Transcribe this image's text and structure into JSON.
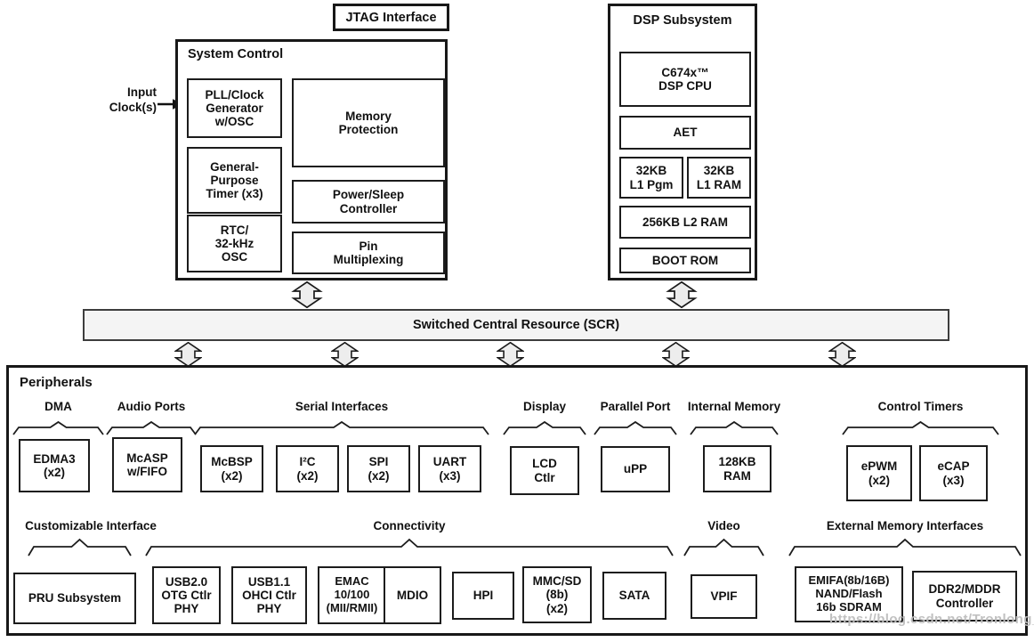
{
  "watermark": "https://blog.csdn.net/Tronlong_",
  "top": {
    "jtag_label": "JTAG Interface",
    "input_clock_label": "Input\nClock(s)"
  },
  "system_control": {
    "title": "System Control",
    "pll": "PLL/Clock\nGenerator\nw/OSC",
    "memory_protection": "Memory\nProtection",
    "gp_timer": "General-\nPurpose\nTimer (x3)",
    "power_sleep": "Power/Sleep\nController",
    "rtc": "RTC/\n32-kHz\nOSC",
    "pin_mux": "Pin\nMultiplexing"
  },
  "dsp_subsystem": {
    "title": "DSP Subsystem",
    "cpu": "C674x™\nDSP CPU",
    "aet": "AET",
    "l1_pgm": "32KB\nL1 Pgm",
    "l1_ram": "32KB\nL1 RAM",
    "l2_ram": "256KB L2 RAM",
    "boot_rom": "BOOT ROM"
  },
  "scr": {
    "label": "Switched Central Resource (SCR)"
  },
  "peripherals": {
    "title": "Peripherals",
    "groups": [
      {
        "name": "DMA",
        "boxes": [
          "EDMA3\n(x2)"
        ]
      },
      {
        "name": "Audio Ports",
        "boxes": [
          "McASP\nw/FIFO"
        ]
      },
      {
        "name": "Serial Interfaces",
        "boxes": [
          "McBSP\n(x2)",
          "I²C\n(x2)",
          "SPI\n(x2)",
          "UART\n(x3)"
        ]
      },
      {
        "name": "Display",
        "boxes": [
          "LCD\nCtlr"
        ]
      },
      {
        "name": "Parallel Port",
        "boxes": [
          "uPP"
        ]
      },
      {
        "name": "Internal Memory",
        "boxes": [
          "128KB\nRAM"
        ]
      },
      {
        "name": "Control Timers",
        "boxes": [
          "ePWM\n(x2)",
          "eCAP\n(x3)"
        ]
      },
      {
        "name": "Customizable Interface",
        "boxes": [
          "PRU Subsystem"
        ]
      },
      {
        "name": "Connectivity",
        "boxes": [
          "USB2.0\nOTG Ctlr\nPHY",
          "USB1.1\nOHCI Ctlr\nPHY",
          "EMAC\n10/100\n(MII/RMII)",
          "MDIO",
          "HPI",
          "MMC/SD\n(8b)\n(x2)",
          "SATA"
        ]
      },
      {
        "name": "Video",
        "boxes": [
          "VPIF"
        ]
      },
      {
        "name": "External Memory Interfaces",
        "boxes": [
          "EMIFA(8b/16B)\nNAND/Flash\n16b SDRAM",
          "DDR2/MDDR\nController"
        ]
      }
    ]
  },
  "colors": {
    "border": "#1c1c1c",
    "scr_fill": "#f4f4f4",
    "arrow_fill": "#ededed",
    "watermark_color": "#bebebe"
  }
}
